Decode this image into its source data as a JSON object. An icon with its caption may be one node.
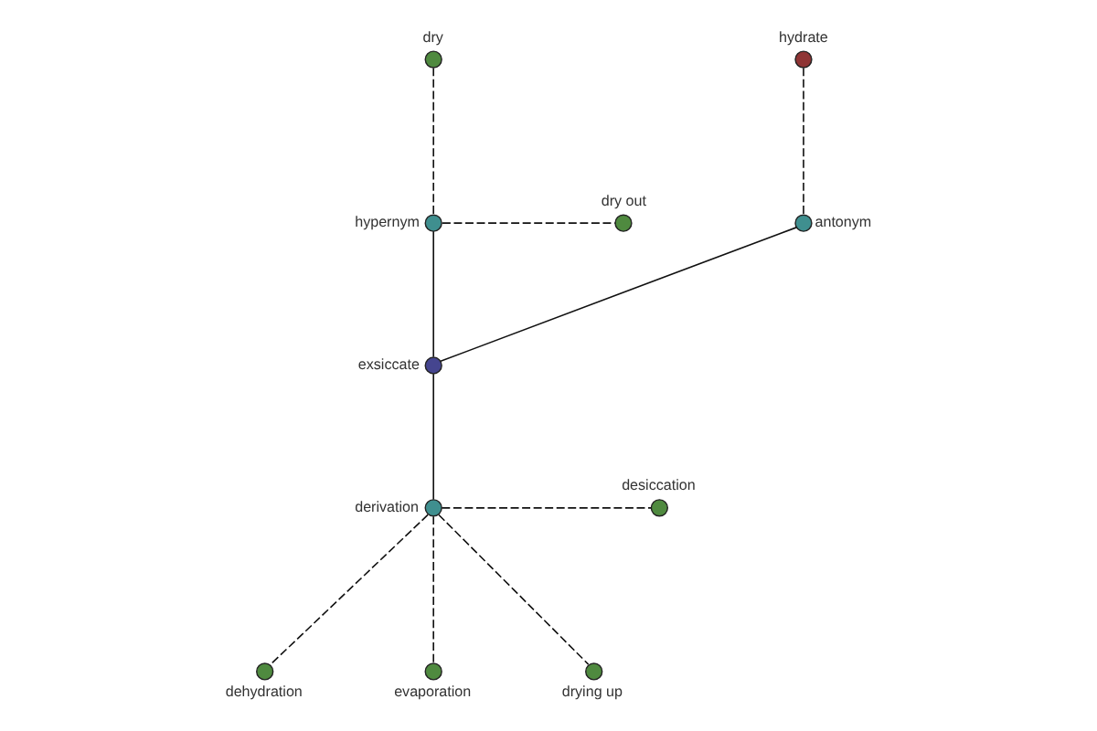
{
  "diagram": {
    "nodes": [
      {
        "text": [
          "dry"
        ]
      },
      {
        "text": [
          "hydrate"
        ]
      },
      {
        "text": [
          "dry out"
        ]
      },
      {
        "text": [
          "hypernym"
        ]
      },
      {
        "text": [
          "antonym"
        ]
      },
      {
        "text": [
          "exsiccate"
        ]
      },
      {
        "text": [
          "derivation"
        ]
      },
      {
        "text": [
          "desiccation"
        ]
      },
      {
        "text": [
          "dehydration"
        ]
      },
      {
        "text": [
          "drying up"
        ]
      },
      {
        "text": [
          "evaporation"
        ]
      }
    ],
    "edges": [
      {
        "from": 0,
        "to": 3,
        "arrow": "none",
        "style": "dashed"
      },
      {
        "from": 3,
        "to": 2,
        "arrow": "none",
        "style": "dashed"
      },
      {
        "from": 1,
        "to": 4,
        "arrow": "none",
        "style": "dashed"
      },
      {
        "from": 3,
        "to": 5,
        "arrow": "none"
      },
      {
        "from": 4,
        "to": 5,
        "arrow": "none"
      },
      {
        "from": 5,
        "to": 6,
        "arrow": "none"
      },
      {
        "from": 6,
        "to": 7,
        "arrow": "none",
        "style": "dashed"
      },
      {
        "from": 6,
        "to": 8,
        "arrow": "none",
        "style": "dashed"
      },
      {
        "from": 6,
        "to": 9,
        "arrow": "none",
        "style": "dashed"
      },
      {
        "from": 6,
        "to": 10,
        "arrow": "none",
        "style": "dashed"
      }
    ]
  }
}
